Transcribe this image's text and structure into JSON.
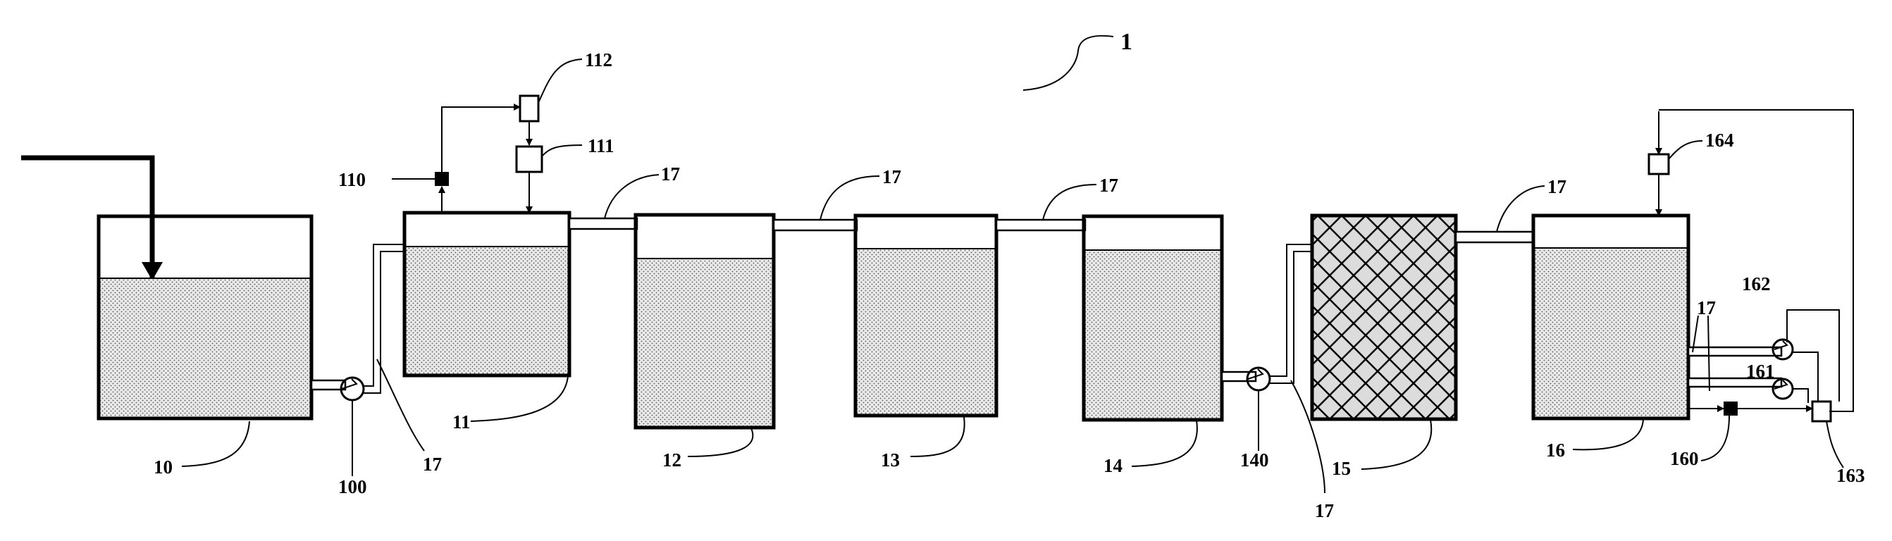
{
  "figure": {
    "system_label": "1",
    "tanks": [
      {
        "id": "tank-10",
        "label": "10"
      },
      {
        "id": "tank-11",
        "label": "11"
      },
      {
        "id": "tank-12",
        "label": "12"
      },
      {
        "id": "tank-13",
        "label": "13"
      },
      {
        "id": "tank-14",
        "label": "14"
      },
      {
        "id": "tank-15",
        "label": "15"
      },
      {
        "id": "tank-16",
        "label": "16"
      }
    ],
    "pumps": {
      "p100": "100",
      "p140": "140",
      "p161": "161",
      "p162": "162"
    },
    "components": {
      "c110": "110",
      "c111": "111",
      "c112": "112",
      "c160": "160",
      "c163": "163",
      "c164": "164"
    },
    "pipe_label": "17"
  }
}
